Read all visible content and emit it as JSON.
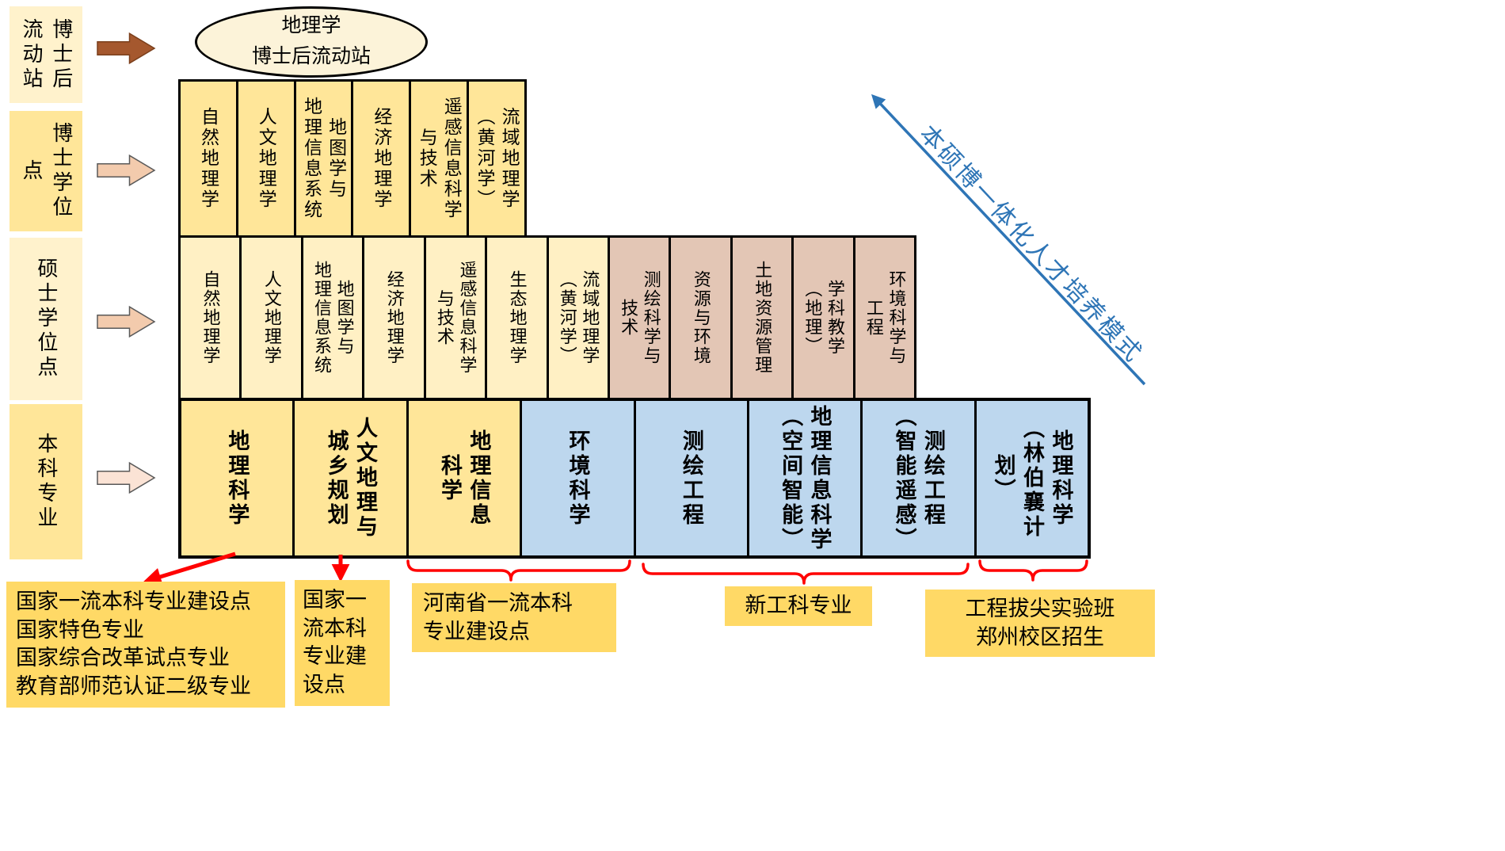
{
  "colors": {
    "row_yellow": "#FFE699",
    "row_cream": "#FFF2CC",
    "master_yellow": "#FFF0C4",
    "master_tan": "#E3C6B5",
    "undergrad_blue": "#BDD7EE",
    "note_gold": "#FFD966",
    "annotation_red": "#FF0000",
    "arrow_blue": "#2E75B6",
    "arrow_brown": "#A5582E",
    "arrow_tan": "#F3CBAD",
    "arrow_light": "#FBE3D5"
  },
  "sidebar": {
    "rows": [
      {
        "label": "博士后\n流动站"
      },
      {
        "label": "博士学位点"
      },
      {
        "label": "硕士学位点"
      },
      {
        "label": "本科专业"
      }
    ]
  },
  "postdoc_station": {
    "ellipse_text": "地理学\n博士后流动站"
  },
  "doctoral_row": {
    "items": [
      "自然地理学",
      "人文地理学",
      "地图学与\n地理信息系统",
      "经济地理学",
      "遥感信息科学\n与技术",
      "流域地理学\n（黄河学）"
    ]
  },
  "master_row": {
    "items": [
      {
        "label": "自然地理学",
        "variant": "light-yellow"
      },
      {
        "label": "人文地理学",
        "variant": "light-yellow"
      },
      {
        "label": "地图学与\n地理信息系统",
        "variant": "light-yellow"
      },
      {
        "label": "经济地理学",
        "variant": "light-yellow"
      },
      {
        "label": "遥感信息科学\n与技术",
        "variant": "light-yellow"
      },
      {
        "label": "生态地理学",
        "variant": "light-yellow"
      },
      {
        "label": "流域地理学\n（黄河学）",
        "variant": "light-yellow"
      },
      {
        "label": "测绘科学与\n技术",
        "variant": "tan"
      },
      {
        "label": "资源与环境",
        "variant": "tan"
      },
      {
        "label": "土地资源管理",
        "variant": "tan"
      },
      {
        "label": "学科教学\n（地理）",
        "variant": "tan"
      },
      {
        "label": "环境科学与\n工程",
        "variant": "tan"
      }
    ]
  },
  "undergrad_row": {
    "items": [
      {
        "label": "地理科学",
        "variant": "yellow"
      },
      {
        "label": "人文地理与\n城乡规划",
        "variant": "yellow"
      },
      {
        "label": "地理信息\n科学",
        "variant": "yellow"
      },
      {
        "label": "环境科学",
        "variant": "blue"
      },
      {
        "label": "测绘工程",
        "variant": "blue"
      },
      {
        "label": "地理信息科学\n（空间智能）",
        "variant": "blue"
      },
      {
        "label": "测绘工程\n（智能遥感）",
        "variant": "blue"
      },
      {
        "label": "地理科学\n（林伯襄计划）",
        "variant": "blue"
      }
    ]
  },
  "diagonal_arrow": {
    "label": "本硕博一体化人才培养模式"
  },
  "footnotes": {
    "national_first_class": "国家一流本科专业建设点\n国家特色专业\n国家综合改革试点专业\n教育部师范认证二级专业",
    "national_first_class_2": "国家一流本科专业建设点",
    "province_first_class": "河南省一流本科\n专业建设点",
    "new_engineering": "新工科专业",
    "engineering_top_class": "工程拔尖实验班\n郑州校区招生"
  }
}
